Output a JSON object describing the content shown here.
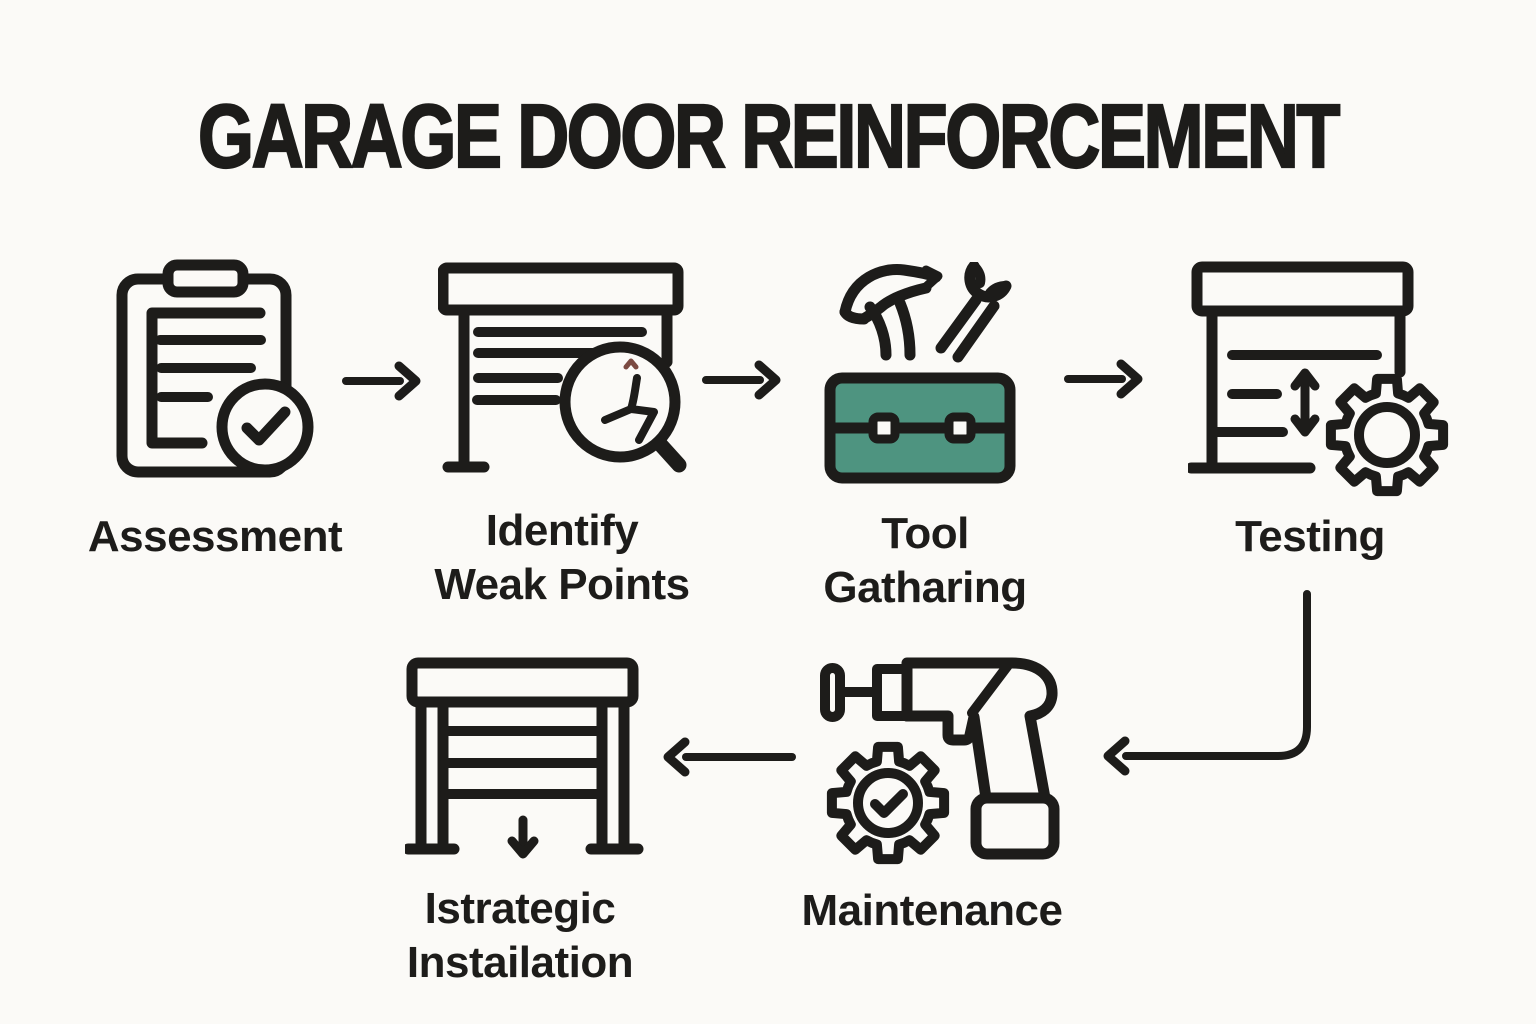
{
  "title": "GARAGE DOOR REINFORCEMENT",
  "colors": {
    "background": "#fbfaf7",
    "ink": "#1d1c1a",
    "toolbox": "#4e9480",
    "crack_accent": "#7b4a42"
  },
  "steps": [
    {
      "label": "Assessment",
      "icon": "clipboard-check-icon"
    },
    {
      "label": "Identify\nWeak Points",
      "icon": "garage-door-magnifier-icon"
    },
    {
      "label": "Tool\nGatharing",
      "icon": "toolbox-hammer-wrench-icon"
    },
    {
      "label": "Testing",
      "icon": "garage-door-gear-icon"
    },
    {
      "label": "Maintenance",
      "icon": "drill-gear-check-icon"
    },
    {
      "label": "Istrategic\nInstailation",
      "icon": "garage-frame-down-arrow-icon"
    }
  ],
  "arrows": [
    {
      "from": "Assessment",
      "to": "Identify Weak Points",
      "direction": "right"
    },
    {
      "from": "Identify Weak Points",
      "to": "Tool Gatharing",
      "direction": "right"
    },
    {
      "from": "Tool Gatharing",
      "to": "Testing",
      "direction": "right"
    },
    {
      "from": "Testing",
      "to": "Maintenance",
      "direction": "down-then-left"
    },
    {
      "from": "Maintenance",
      "to": "Istrategic Instailation",
      "direction": "left"
    }
  ]
}
